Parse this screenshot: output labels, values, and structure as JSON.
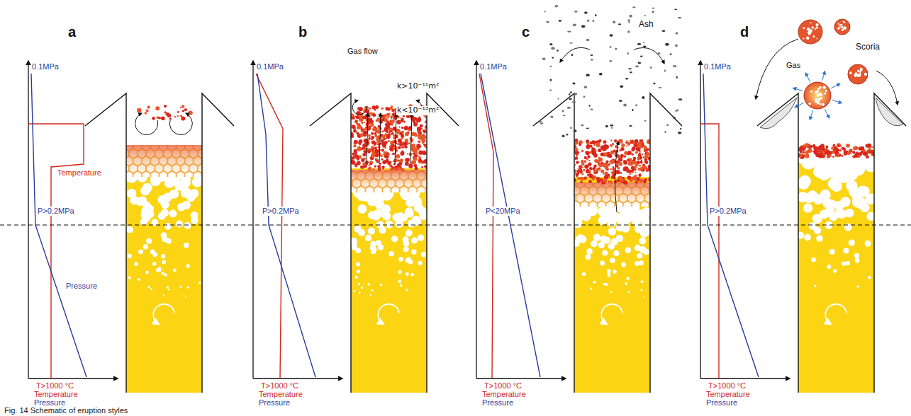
{
  "diagram": {
    "caption": "Fig. 14 Schematic of eruption styles",
    "labels": [
      "a",
      "0.1MPa",
      "Temperature",
      "P>0.2MPa",
      "Pressure",
      "T>1000 °C",
      "Temperature",
      "Pressure",
      "b",
      "Gas flow",
      "k>10⁻¹¹m²",
      "k<10⁻¹³m²",
      "0.1MPa",
      "P>0.2MPa",
      "T>1000 °C",
      "Temperature",
      "Pressure",
      "c",
      "Ash",
      "0.1MPa",
      "P<20MPa",
      "T>1000 °C",
      "Temperature",
      "Pressure",
      "d",
      "Gas",
      "Scoria",
      "0.1MPa",
      "P>0.2MPa",
      "T>1000 °C",
      "Temperature",
      "Pressure"
    ]
  }
}
